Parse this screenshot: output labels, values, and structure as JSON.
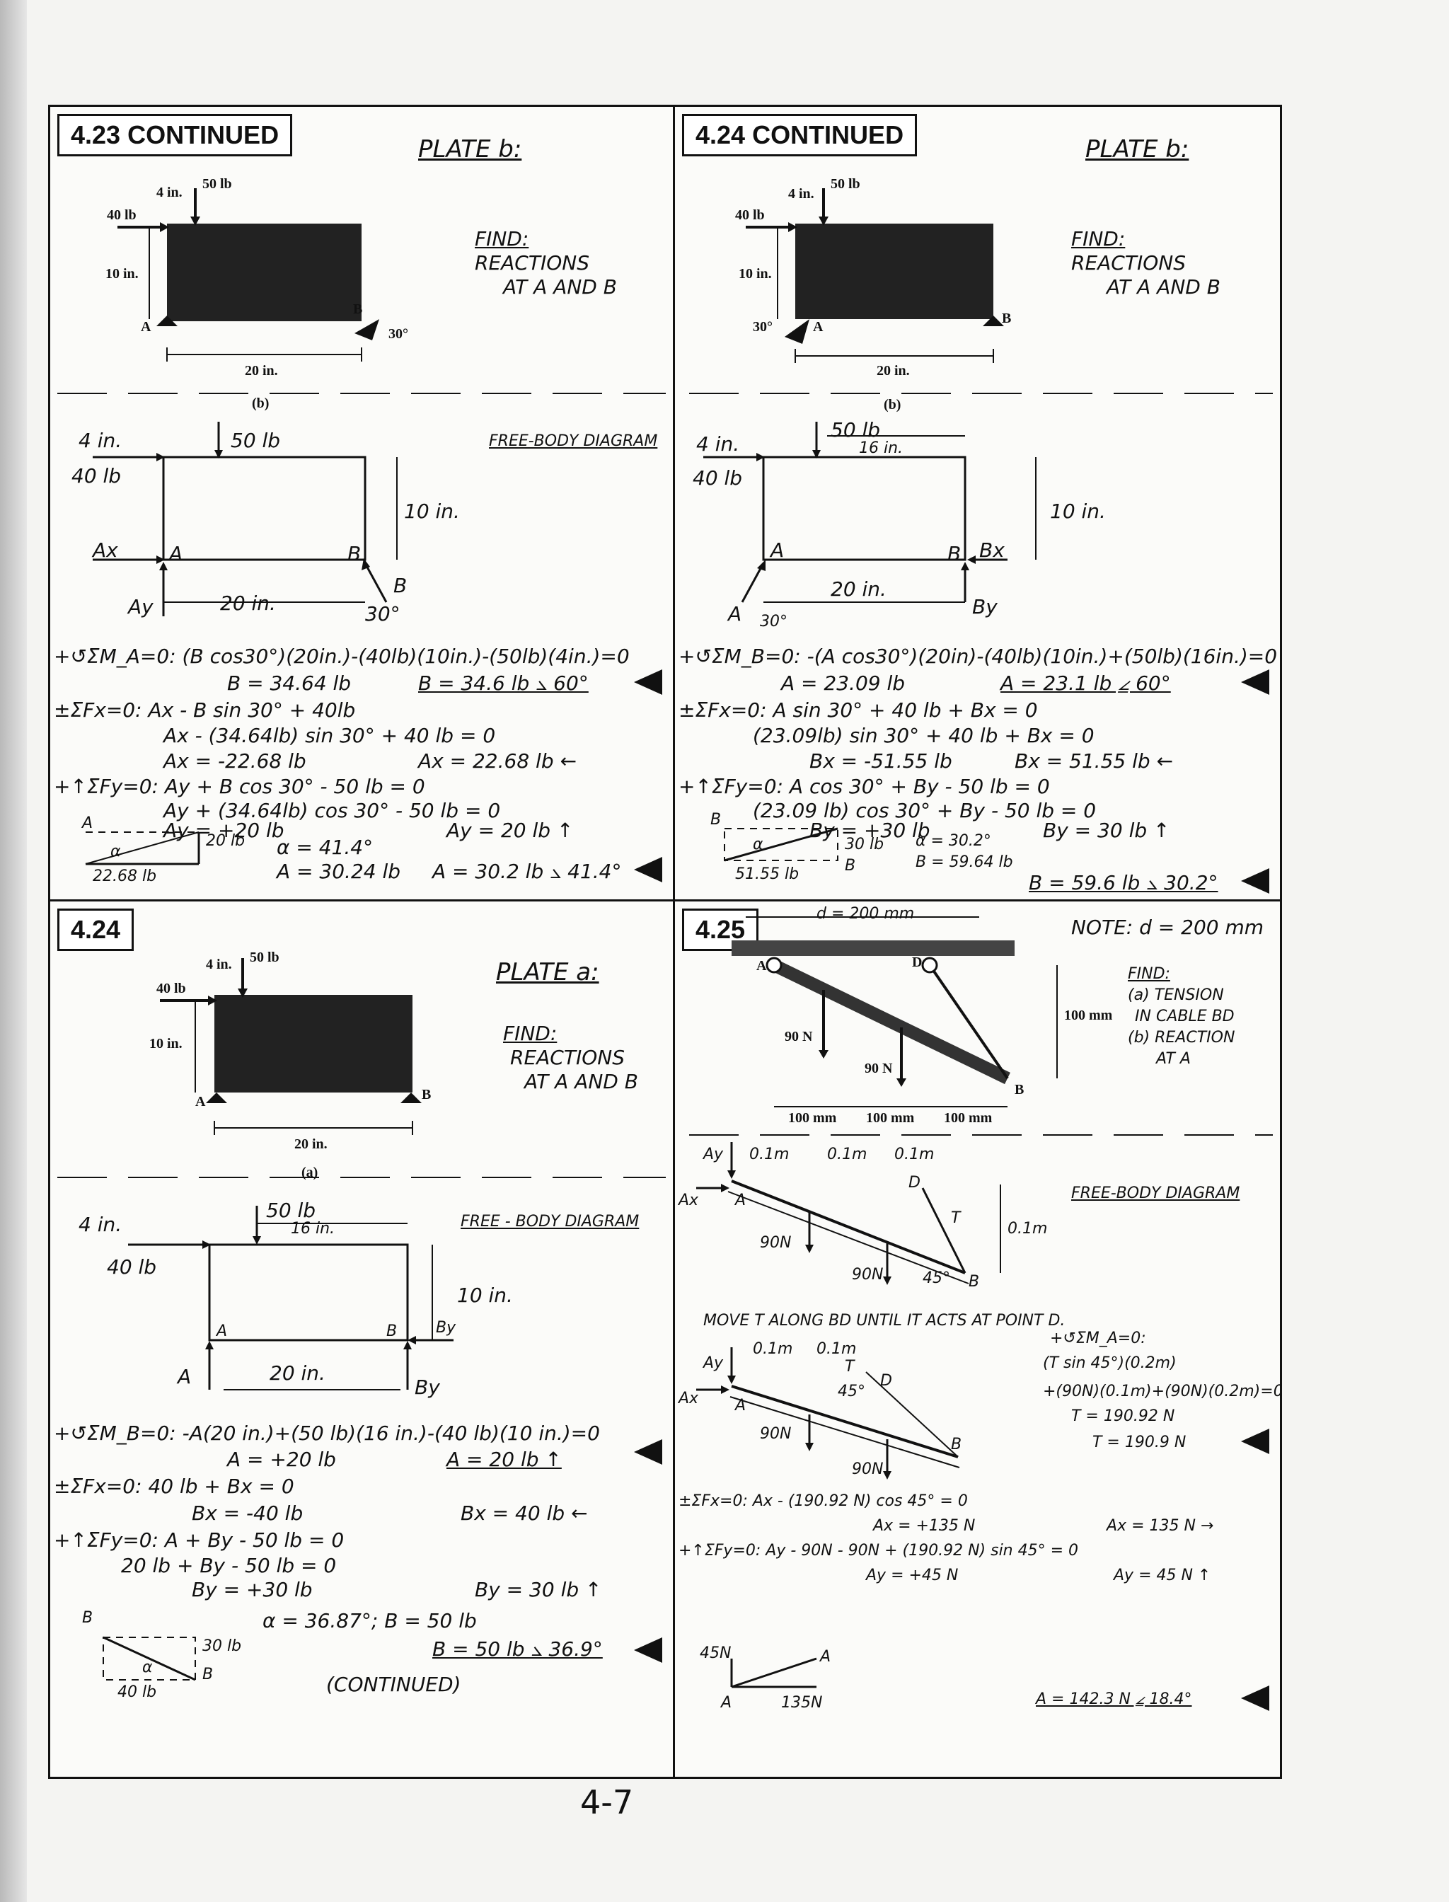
{
  "page_number": "4-7",
  "q1": {
    "tag": "4.23 CONTINUED",
    "plate": "PLATE b:",
    "find": [
      "FIND:",
      "REACTIONS",
      "AT A AND B"
    ],
    "fig": {
      "f50": "50 lb",
      "f40": "40 lb",
      "d4": "4 in.",
      "h10": "10 in.",
      "w20": "20 in.",
      "ang": "30°",
      "A": "A",
      "B": "B",
      "cap": "(b)"
    },
    "fbd_title": "FREE-BODY DIAGRAM",
    "fbd": {
      "d4": "4 in.",
      "f50": "50 lb",
      "f40": "40 lb",
      "h10": "10 in.",
      "w20": "20 in.",
      "Ax": "Ax",
      "Ay": "Ay",
      "A": "A",
      "B": "B",
      "Bv": "B",
      "ang": "30°"
    },
    "lines": [
      "+↺ΣM_A=0: (B cos30°)(20in.)-(40lb)(10in.)-(50lb)(4in.)=0",
      "B = 34.64 lb",
      "±ΣFx=0: Ax - B sin 30° + 40lb",
      "Ax - (34.64lb) sin 30° + 40 lb = 0",
      "Ax = -22.68 lb",
      "+↑ΣFy=0: Ay + B cos 30° - 50 lb = 0",
      "Ay + (34.64lb) cos 30° - 50 lb = 0",
      "Ay = +20 lb"
    ],
    "results": [
      "B = 34.6 lb ⦣ 60°",
      "Ax = 22.68 lb ←",
      "Ay = 20 lb ↑",
      "A = 30.2 lb ⦣ 41.4°"
    ],
    "tri": {
      "side1": "20 lb",
      "side2": "22.68 lb",
      "angle": "α",
      "A": "A",
      "alpha": "α = 41.4°",
      "mag": "A = 30.24 lb"
    }
  },
  "q2": {
    "tag": "4.24 CONTINUED",
    "plate": "PLATE b:",
    "find": [
      "FIND:",
      "REACTIONS",
      "AT A AND B"
    ],
    "fig": {
      "f50": "50 lb",
      "f40": "40 lb",
      "d4": "4 in.",
      "h10": "10 in.",
      "w20": "20 in.",
      "ang": "30°",
      "A": "A",
      "B": "B",
      "cap": "(b)"
    },
    "fbd": {
      "d4": "4 in.",
      "f50": "50 lb",
      "d16": "16 in.",
      "f40": "40 lb",
      "h10": "10 in.",
      "w20": "20 in.",
      "A": "A",
      "B": "B",
      "Bx": "Bx",
      "By": "By",
      "Av": "A",
      "ang": "30°"
    },
    "lines": [
      "+↺ΣM_B=0: -(A cos30°)(20in)-(40lb)(10in.)+(50lb)(16in.)=0",
      "A = 23.09 lb",
      "±ΣFx=0: A sin 30° + 40 lb + Bx = 0",
      "(23.09lb) sin 30° + 40 lb + Bx = 0",
      "Bx = -51.55 lb",
      "+↑ΣFy=0: A cos 30° + By - 50 lb = 0",
      "(23.09 lb) cos 30° + By - 50 lb = 0",
      "By = +30 lb"
    ],
    "results": [
      "A = 23.1 lb ⦤ 60°",
      "Bx = 51.55 lb ←",
      "By = 30 lb ↑",
      "B = 59.6 lb ⦣ 30.2°"
    ],
    "tri": {
      "side1": "30 lb",
      "side2": "51.55 lb",
      "angle": "α",
      "B": "B",
      "Bt": "B",
      "alpha": "α = 30.2°",
      "mag": "B = 59.64 lb"
    }
  },
  "q3": {
    "tag": "4.24",
    "plate": "PLATE a:",
    "find": [
      "FIND:",
      "REACTIONS",
      "AT A AND B"
    ],
    "fig": {
      "f50": "50 lb",
      "f40": "40 lb",
      "d4": "4 in.",
      "h10": "10 in.",
      "w20": "20 in.",
      "A": "A",
      "B": "B",
      "cap": "(a)"
    },
    "fbd_title": "FREE - BODY DIAGRAM",
    "fbd": {
      "d4": "4 in.",
      "f50": "50 lb",
      "d16": "16 in.",
      "f40": "40 lb",
      "h10": "10 in.",
      "w20": "20 in.",
      "A": "A",
      "B": "B",
      "By": "By",
      "Av": "A",
      "By2": "By"
    },
    "lines": [
      "+↺ΣM_B=0: -A(20 in.)+(50 lb)(16 in.)-(40 lb)(10 in.)=0",
      "A = +20 lb",
      "±ΣFx=0: 40 lb + Bx = 0",
      "Bx = -40 lb",
      "+↑ΣFy=0: A + By - 50 lb = 0",
      "20 lb + By - 50 lb = 0",
      "By = +30 lb",
      "α = 36.87°; B = 50 lb"
    ],
    "results": [
      "A = 20 lb ↑",
      "Bx = 40 lb ←",
      "By = 30 lb ↑",
      "B = 50 lb ⦣ 36.9°"
    ],
    "tri": {
      "side1": "30 lb",
      "side2": "40 lb",
      "angle": "α",
      "B": "B",
      "Bt": "B"
    },
    "continued": "(CONTINUED)"
  },
  "q4": {
    "tag": "4.25",
    "note": "NOTE: d = 200 mm",
    "find": [
      "FIND:",
      "(a) TENSION",
      "IN CABLE BD",
      "(b) REACTION",
      "AT A"
    ],
    "fig": {
      "d": "d = 200 mm",
      "A": "A",
      "D": "D",
      "B": "B",
      "h100": "100 mm",
      "f1": "90 N",
      "f2": "90 N",
      "s1": "100 mm",
      "s2": "100 mm",
      "s3": "100 mm"
    },
    "fbd_title": "FREE-BODY DIAGRAM",
    "fbd": {
      "a1": "0.1m",
      "a2": "0.1m",
      "a3": "0.1m",
      "Ay": "Ay",
      "Ax": "Ax",
      "A": "A",
      "D": "D",
      "T": "T",
      "h": "0.1m",
      "f1": "90N",
      "f2": "90N",
      "ang": "45°",
      "B": "B"
    },
    "move": "MOVE T ALONG BD UNTIL IT ACTS AT POINT D.",
    "fbd2": {
      "b1": "0.1m",
      "b2": "0.1m",
      "Ay": "Ay",
      "Ax": "Ax",
      "A": "A",
      "T": "T",
      "D": "D",
      "ang": "45°",
      "f1": "90N",
      "f2": "90N",
      "B": "B"
    },
    "moment": [
      "+↺ΣM_A=0:",
      "(T sin 45°)(0.2m)",
      "+(90N)(0.1m)+(90N)(0.2m)=0",
      "T = 190.92 N",
      "T = 190.9 N"
    ],
    "lines": [
      "±ΣFx=0: Ax - (190.92 N) cos 45° = 0",
      "Ax = +135 N",
      "+↑ΣFy=0: Ay - 90N - 90N + (190.92 N) sin 45° = 0",
      "Ay = +45 N"
    ],
    "results": [
      "Ax = 135 N →",
      "Ay = 45 N ↑",
      "A = 142.3 N ⦤ 18.4°"
    ],
    "tri": {
      "v": "45N",
      "h": "135N",
      "A": "A",
      "At": "A"
    }
  }
}
